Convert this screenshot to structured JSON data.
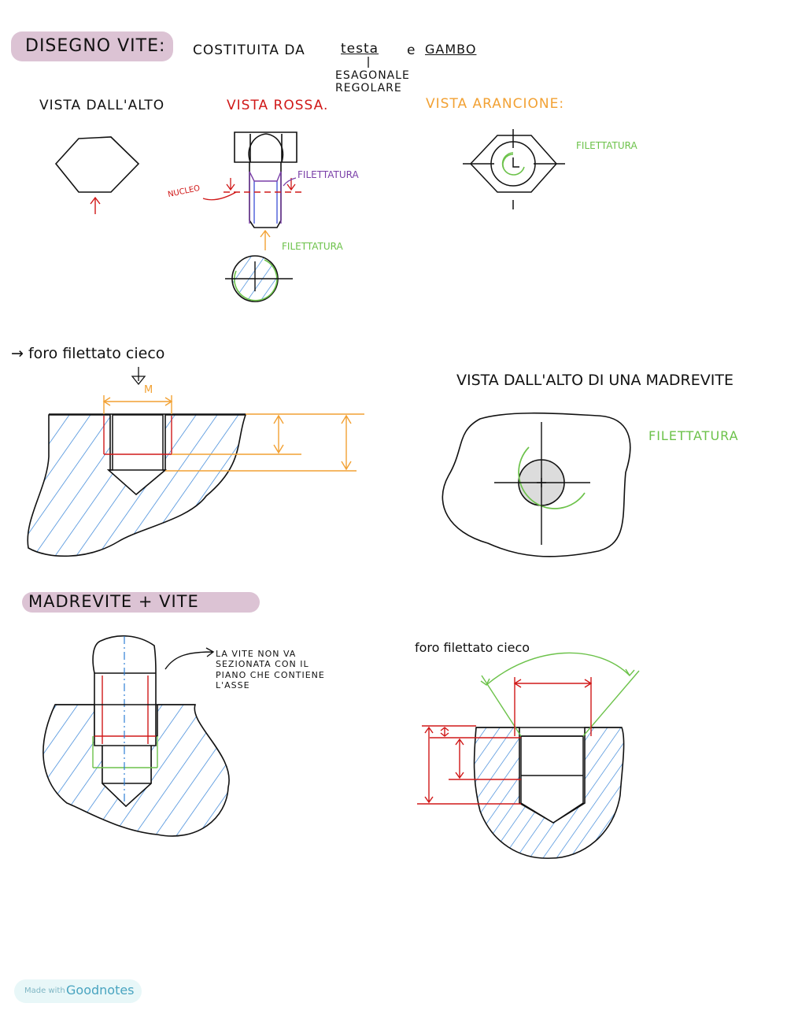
{
  "heading1": {
    "prefix": "DISEGNO VITE:",
    "text": "COSTITUITA DA",
    "head": "testa",
    "and": "e",
    "shank": "GAMBO"
  },
  "head_note": {
    "line1": "ESAGONALE",
    "line2": "REGOLARE"
  },
  "views": {
    "top": "VISTA DALL'ALTO",
    "red": "VISTA ROSSA.",
    "orange": "VISTA ARANCIONE:"
  },
  "labels": {
    "filettatura_purple": "FILETTATURA",
    "nucleo": "NUCLEO",
    "filettatura_green1": "FILETTATURA",
    "filettatura_green2": "FILETTATURA",
    "filettatura_green3": "FILETTATURA"
  },
  "hole_section": {
    "arrow_title": "→ foro filettato cieco",
    "dim_m": "M"
  },
  "nut_view": {
    "title": "VISTA DALL'ALTO DI UNA MADREVITE"
  },
  "heading2": {
    "text": "MADREVITE + VITE"
  },
  "annotation": {
    "line1": "LA VITE NON VA",
    "line2": "SEZIONATA CON IL",
    "line3": "PIANO CHE CONTIENE",
    "line4": "L'ASSE"
  },
  "blind_hole": {
    "title": "foro filettato cieco"
  },
  "badge": {
    "made_with": "Made with",
    "brand": "Goodnotes"
  },
  "colors": {
    "ink": "#111111",
    "hatch": "#2f7fd6",
    "red": "#d01818",
    "orange": "#f2a133",
    "green": "#6cc24a",
    "purple": "#7a3fa8",
    "highlight": "#dcc3d4"
  }
}
